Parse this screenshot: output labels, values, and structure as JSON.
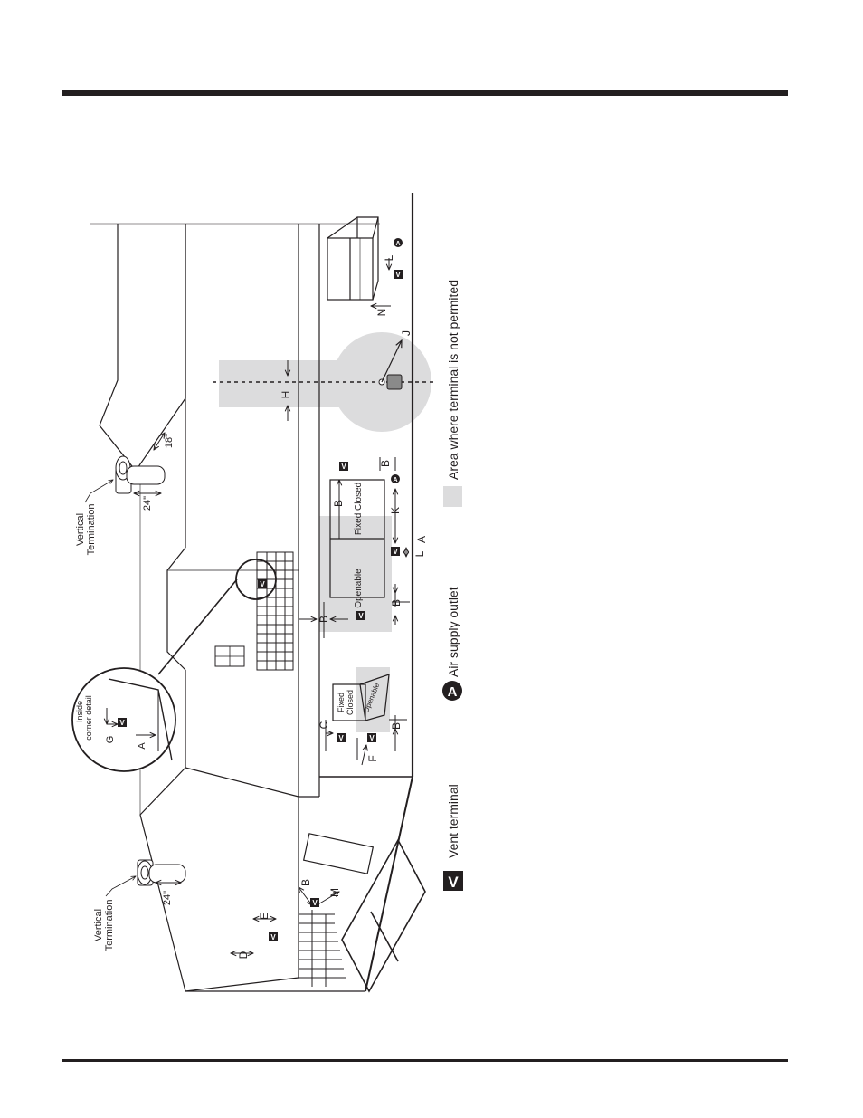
{
  "labels": {
    "vertical_termination": [
      "Vertical",
      "Termination"
    ],
    "inside_corner_detail": [
      "Inside",
      "corner detail"
    ],
    "openable": "Openable",
    "fixed_closed": "Fixed Closed",
    "fixed_closed_split": [
      "Fixed",
      "Closed"
    ],
    "dim_24": "24\"",
    "dim_18": "18\"",
    "letters": {
      "A": "A",
      "B": "B",
      "C": "C",
      "D": "D",
      "E": "E",
      "F": "F",
      "G": "G",
      "H": "H",
      "J": "J",
      "K": "K",
      "L": "L",
      "M": "M",
      "N": "N"
    },
    "v_symbol": "V",
    "a_symbol": "A"
  },
  "legend": {
    "vent_terminal": "Vent terminal",
    "air_supply_outlet": "Air supply outlet",
    "area_not_permitted": "Area where terminal is not permited"
  },
  "colors": {
    "ink": "#231f20",
    "shaded_area": "#dcdcdd",
    "page": "#ffffff"
  }
}
